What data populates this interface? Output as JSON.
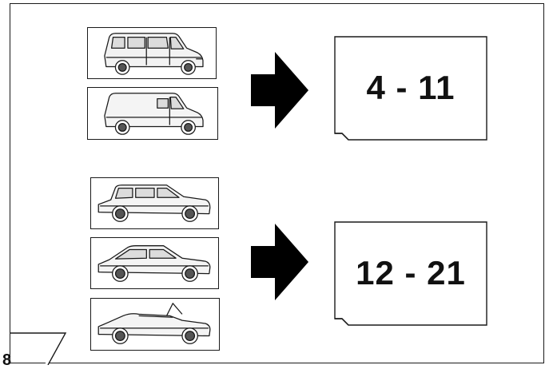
{
  "sections": [
    {
      "vehicles": [
        "passenger-van",
        "panel-van"
      ],
      "page_range": "4 - 11"
    },
    {
      "vehicles": [
        "estate-car",
        "sedan",
        "convertible"
      ],
      "page_range": "12 - 21"
    }
  ],
  "figure_number": "8",
  "colors": {
    "line": "#1a1a1a",
    "arrow": "#000000",
    "background": "#ffffff"
  }
}
